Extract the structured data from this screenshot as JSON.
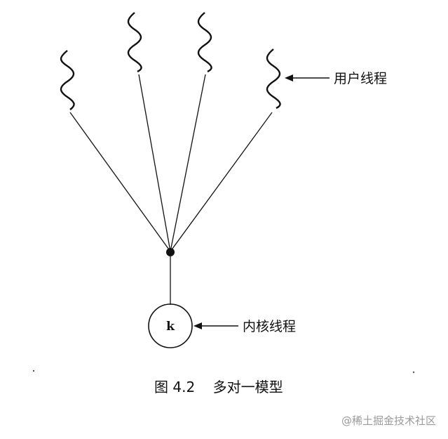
{
  "diagram": {
    "user_threads_label": "用户线程",
    "kernel_thread_label": "内核线程",
    "kernel_node_letter": "k",
    "caption": "图 4.2    多对一模型",
    "user_thread_count": 4
  },
  "watermark": {
    "text": "@稀土掘金技术社区"
  },
  "colors": {
    "ink": "#111111",
    "watermark": "#9a9a9a"
  }
}
